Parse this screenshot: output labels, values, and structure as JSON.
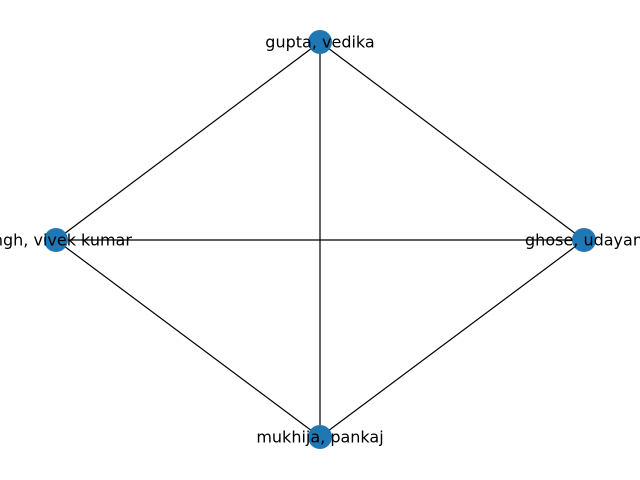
{
  "graph": {
    "type": "network",
    "node_color": "#1f77b4",
    "edge_color": "#000000",
    "nodes": [
      {
        "id": "n1",
        "label": "gupta, vedika"
      },
      {
        "id": "n2",
        "label": "singh, vivek kumar"
      },
      {
        "id": "n3",
        "label": "ghose, udayan"
      },
      {
        "id": "n4",
        "label": "mukhija, pankaj"
      }
    ],
    "edges": [
      [
        "n1",
        "n2"
      ],
      [
        "n1",
        "n3"
      ],
      [
        "n1",
        "n4"
      ],
      [
        "n2",
        "n3"
      ],
      [
        "n2",
        "n4"
      ],
      [
        "n3",
        "n4"
      ]
    ]
  }
}
